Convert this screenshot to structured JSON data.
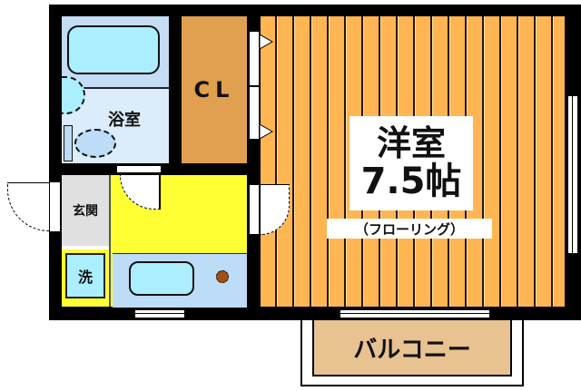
{
  "floorplan": {
    "rooms": {
      "western_room": {
        "name": "洋室",
        "size": "7.5帖",
        "flooring": "（フローリング）"
      },
      "closet": {
        "label": "CL"
      },
      "bathroom": {
        "label": "浴室"
      },
      "entrance": {
        "label": "玄関"
      },
      "laundry": {
        "label": "洗"
      },
      "balcony": {
        "label": "バルコニー"
      }
    },
    "colors": {
      "wall": "#000000",
      "western_room_floor": "#ffb652",
      "closet": "#e0a050",
      "bathroom": "#dcecfa",
      "bathtub": "#aaeeff",
      "kitchen": "#ffff33",
      "kitchen_counter": "#bcdcf8",
      "entrance": "#e0e0e0",
      "balcony": "#e8c290"
    }
  }
}
